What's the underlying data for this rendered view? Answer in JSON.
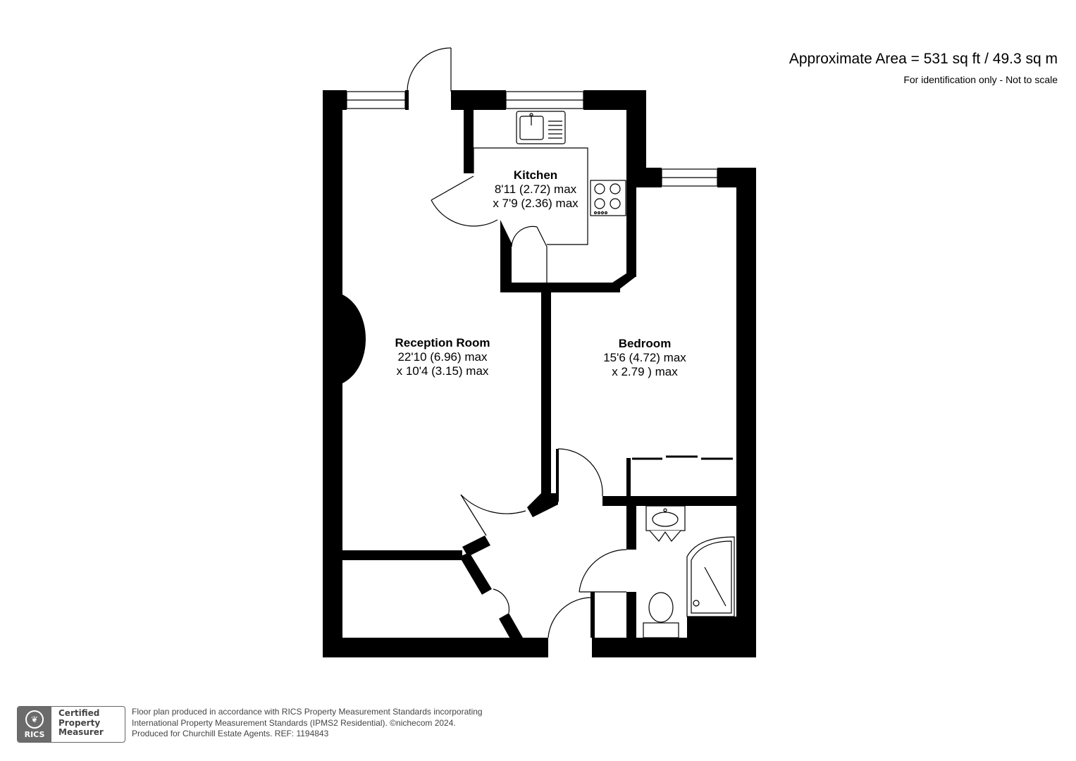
{
  "header": {
    "area_title": "Approximate Area = 531 sq ft / 49.3 sq m",
    "area_note": "For identification only - Not to scale"
  },
  "rooms": [
    {
      "name": "Kitchen",
      "dim1": "8'11 (2.72) max",
      "dim2": "x 7'9 (2.36) max"
    },
    {
      "name": "Reception Room",
      "dim1": "22'10 (6.96) max",
      "dim2": "x 10'4 (3.15) max"
    },
    {
      "name": "Bedroom",
      "dim1": "15'6 (4.72) max",
      "dim2": "x 2.79 ) max"
    }
  ],
  "badge": {
    "logo_text": "RICS",
    "line1": "Certified",
    "line2": "Property",
    "line3": "Measurer"
  },
  "footer": {
    "line1": "Floor plan produced in accordance with RICS Property Measurement Standards incorporating",
    "line2": "International Property Measurement Standards (IPMS2 Residential).   ©nichecom 2024.",
    "line3": "Produced for Churchill Estate Agents.   REF: 1194843"
  },
  "colors": {
    "wall": "#000000",
    "fixture": "#555555",
    "badge": "#6b6b6b"
  }
}
